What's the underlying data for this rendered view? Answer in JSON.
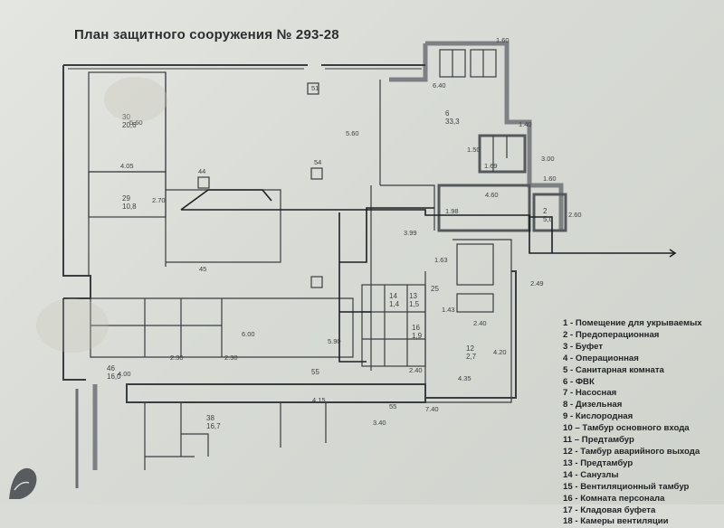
{
  "title": "План защитного сооружения № 293-28",
  "legend": [
    "1 - Помещение для укрываемых",
    "2 - Предоперационная",
    "3 - Буфет",
    "4 - Операционная",
    "5 - Санитарная комната",
    "6 - ФВК",
    "7 - Насосная",
    "8 - Дизельная",
    "9 - Кислородная",
    "10 – Тамбур основного входа",
    "11 – Предтамбур",
    "12 - Тамбур аварийного выхода",
    "13 - Предтамбур",
    "14 - Санузлы",
    "15 - Вентиляционный тамбур",
    "16 - Комната персонала",
    "17 - Кладовая буфета",
    "18 - Камеры вентиляции"
  ],
  "dimensions": {
    "d1": "1.60",
    "d2": "6.40",
    "d3": "1.40",
    "d4": "1.50",
    "d5": "3.00",
    "d6": "1.60",
    "d7": "4.60",
    "d8": "2.60",
    "d9": "5.60",
    "d10": "5.60",
    "d11": "4.05",
    "d12": "2.70",
    "d13": "3.99",
    "d14": "1.63",
    "d15": "1.43",
    "d16": "2.40",
    "d17": "4.20",
    "d18": "4.35",
    "d19": "7.40",
    "d20": "3.40",
    "d21": "4.15",
    "d22": "2.40",
    "d23": "6.00",
    "d24": "5.90",
    "d25": "2.30",
    "d26": "2.30",
    "d27": "2.49",
    "d28": "1.69",
    "d29": "1.98",
    "d30": "4.00"
  },
  "rooms": {
    "r1": "6\n33,3",
    "r2": "30\n20,6",
    "r3": "29\n10,8",
    "r4": "2\n5,0",
    "r5": "12\n2,7",
    "r6": "16\n1,9",
    "r7": "46\n16,0",
    "r8": "38\n16,7",
    "r9": "14\n1,4",
    "r10": "13\n1,5",
    "r11": "25",
    "r12": "55"
  },
  "markers": {
    "m1": "51",
    "m2": "54",
    "m3": "44",
    "m4": "45",
    "m5": "55"
  }
}
